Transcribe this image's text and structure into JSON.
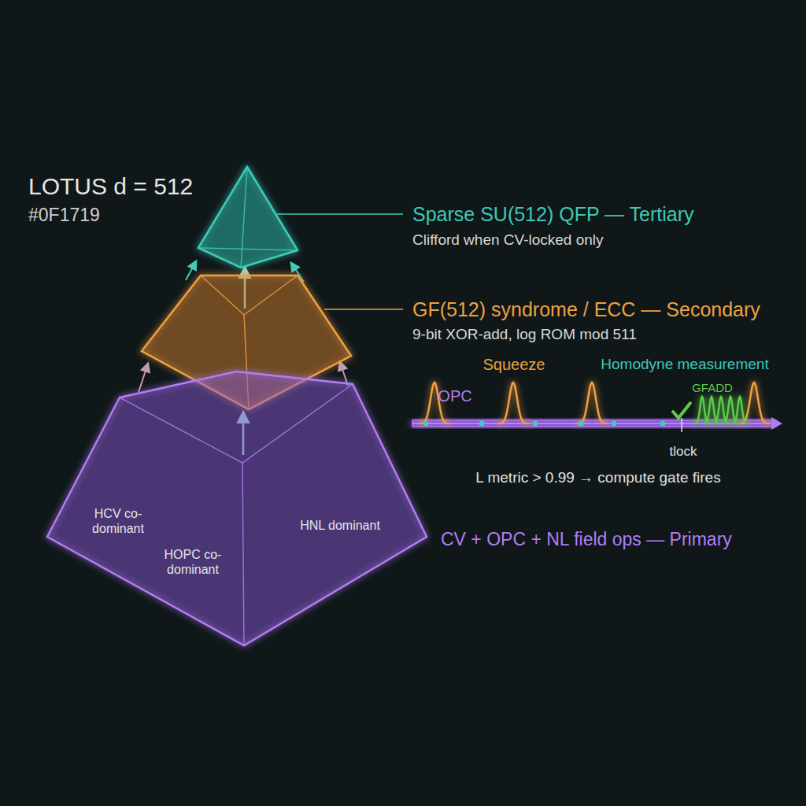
{
  "diagram": {
    "title": "LOTUS d = 512",
    "nodes": [
      {
        "text": [
          "Sparse SU(512) QFP — Tertiary",
          "Clifford when CV-locked only"
        ]
      },
      {
        "text": [
          "GF(512) syndrome / ECC — Secondary",
          "9-bit XOR-add, log ROM mod 511"
        ]
      },
      {
        "text": [
          "CV + OPC + NL field ops — Primary",
          "HCV co-dominant",
          "HOPC co-dominant",
          "HNL dominant"
        ]
      }
    ],
    "edges": [
      {
        "from": 2,
        "to": 1,
        "arrow": "to"
      },
      {
        "from": 1,
        "to": 0,
        "arrow": "to"
      }
    ],
    "labels": [
      "#0F1719",
      "OPC",
      "Squeeze",
      "Homodyne measurement",
      "GFADD",
      "tlock",
      "L metric > 0.99 → compute gate fires"
    ]
  }
}
